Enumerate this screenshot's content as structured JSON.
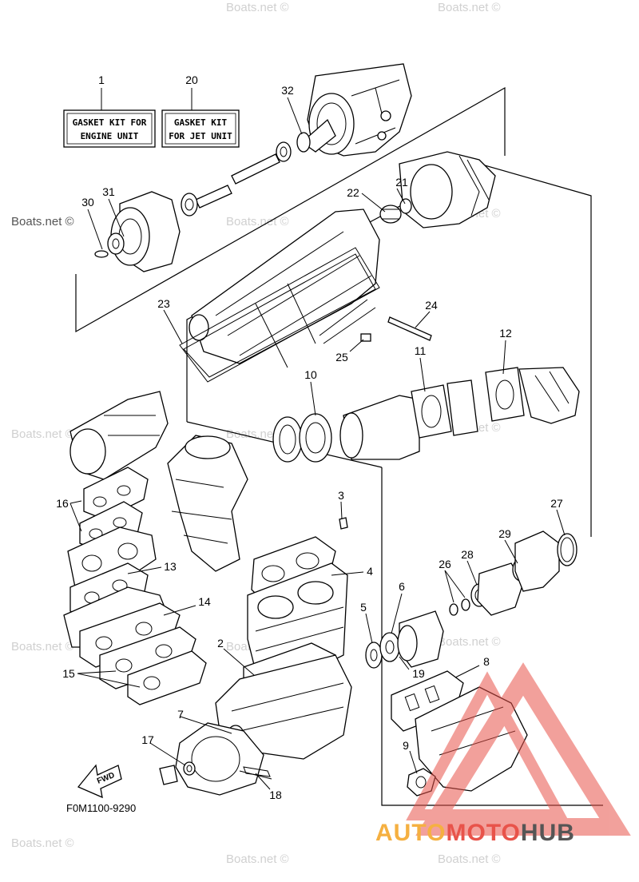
{
  "callouts": [
    {
      "id": "1",
      "text": "1"
    },
    {
      "id": "20",
      "text": "20"
    },
    {
      "id": "32",
      "text": "32"
    },
    {
      "id": "31",
      "text": "31"
    },
    {
      "id": "30",
      "text": "30"
    },
    {
      "id": "22",
      "text": "22"
    },
    {
      "id": "21",
      "text": "21"
    },
    {
      "id": "23",
      "text": "23"
    },
    {
      "id": "24",
      "text": "24"
    },
    {
      "id": "25",
      "text": "25"
    },
    {
      "id": "10",
      "text": "10"
    },
    {
      "id": "11",
      "text": "11"
    },
    {
      "id": "12",
      "text": "12"
    },
    {
      "id": "16",
      "text": "16"
    },
    {
      "id": "3",
      "text": "3"
    },
    {
      "id": "27",
      "text": "27"
    },
    {
      "id": "13",
      "text": "13"
    },
    {
      "id": "4",
      "text": "4"
    },
    {
      "id": "29",
      "text": "29"
    },
    {
      "id": "28",
      "text": "28"
    },
    {
      "id": "26",
      "text": "26"
    },
    {
      "id": "14",
      "text": "14"
    },
    {
      "id": "6",
      "text": "6"
    },
    {
      "id": "5",
      "text": "5"
    },
    {
      "id": "2",
      "text": "2"
    },
    {
      "id": "15",
      "text": "15"
    },
    {
      "id": "19",
      "text": "19"
    },
    {
      "id": "8",
      "text": "8"
    },
    {
      "id": "7",
      "text": "7"
    },
    {
      "id": "17",
      "text": "17"
    },
    {
      "id": "9",
      "text": "9"
    },
    {
      "id": "18",
      "text": "18"
    }
  ],
  "kit_boxes": {
    "engine": {
      "line1": "GASKET KIT FOR",
      "line2": "ENGINE UNIT"
    },
    "jet": {
      "line1": "GASKET KIT",
      "line2": "FOR JET UNIT"
    }
  },
  "fwd_label": "FWD",
  "diagram_code": "F0M1100-9290",
  "watermark": "Boats.net ©",
  "logo": {
    "part1": "AUTO",
    "part2": "MOTO",
    "part3": "HUB",
    "color1": "#f5b041",
    "color2": "#e8534a",
    "color3": "#555555"
  }
}
